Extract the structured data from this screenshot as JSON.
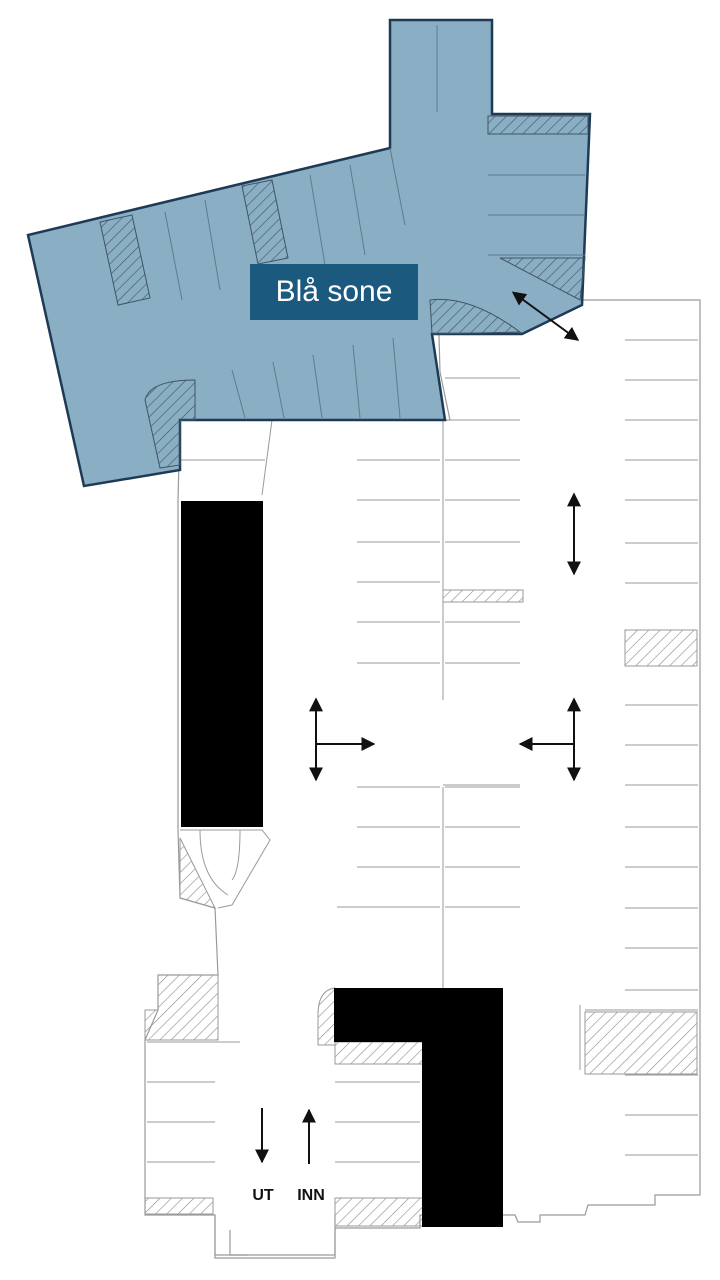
{
  "zone": {
    "name": "Blå sone",
    "fill_color": "#8aaec3",
    "border_color": "#1e3a55",
    "label_bg_color": "#1b5a7e"
  },
  "labels": {
    "exit": "UT",
    "entry": "INN"
  },
  "legend_icons": {
    "direction": "double-arrow-icon",
    "blocked": "hatched-area",
    "structure": "solid-block"
  }
}
